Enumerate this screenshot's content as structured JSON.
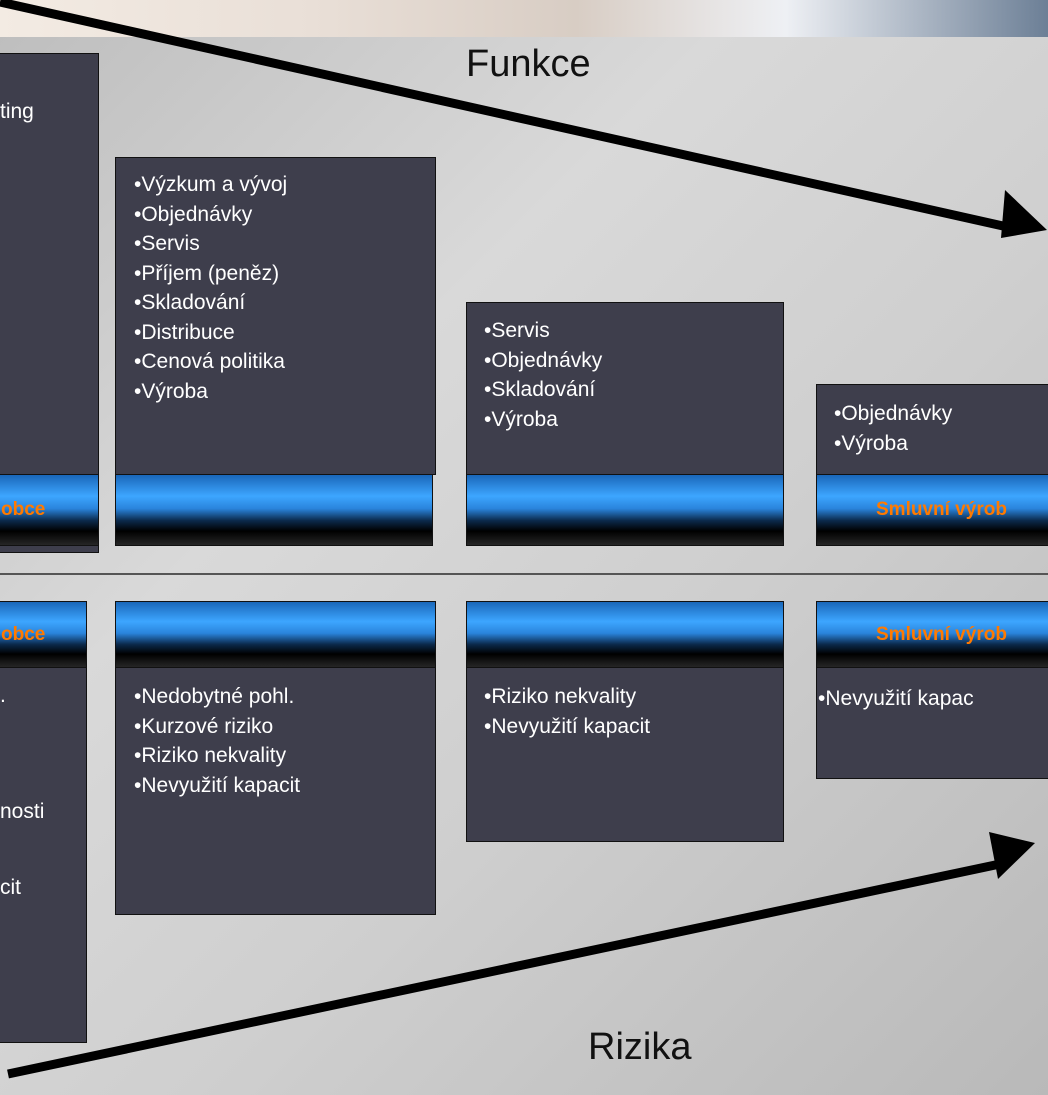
{
  "titles": {
    "top": "Funkce",
    "bottom": "Rizika"
  },
  "colors": {
    "box_fill": "#3e3e4c",
    "bar_label": "#ff7a00",
    "bar_blue": "#3da6ff",
    "arrow": "#000000"
  },
  "functions": {
    "col1": {
      "text_fragment": "ting",
      "bar_label": "obce"
    },
    "col2": {
      "items": [
        "•Výzkum a vývoj",
        "•Objednávky",
        "•Servis",
        "•Příjem (peněz)",
        "•Skladování",
        "•Distribuce",
        "•Cenová politika",
        "•Výroba"
      ]
    },
    "col3": {
      "items": [
        "•Servis",
        "•Objednávky",
        "•Skladování",
        "•Výroba"
      ]
    },
    "col4": {
      "items": [
        "•Objednávky",
        "•Výroba"
      ],
      "bar_label": "Smluvní výrob"
    }
  },
  "risks": {
    "col1": {
      "bar_label": "obce",
      "fragments": [
        ".",
        "nosti",
        "cit"
      ]
    },
    "col2": {
      "items": [
        "•Nedobytné pohl.",
        "•Kurzové riziko",
        "•Riziko nekvality",
        "•Nevyužití kapacit"
      ]
    },
    "col3": {
      "items": [
        "•Riziko nekvality",
        "•Nevyužití kapacit"
      ]
    },
    "col4": {
      "items": [
        "•Nevyužití kapac"
      ],
      "bar_label": "Smluvní výrob"
    }
  }
}
